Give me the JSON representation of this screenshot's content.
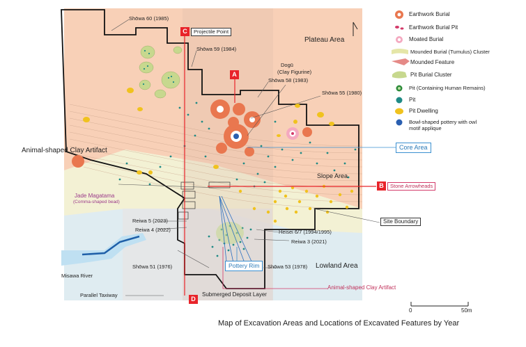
{
  "title": "Map of Excavation Areas and Locations of Excavated Features by Year",
  "colors": {
    "plateau": "#f7cbb0",
    "slope": "#f3f1d4",
    "lowland": "#d8ecf6",
    "earthwork": "#e9774f",
    "pit_teal": "#1f8a85",
    "pit_dwelling": "#f0c21e",
    "tumulus": "#c7d88e",
    "marker_red": "#e8242a",
    "core_blue": "#3a8fd0"
  },
  "legend": [
    {
      "key": "earthwork-burial",
      "label": "Earthwork Burial"
    },
    {
      "key": "earthwork-burial-pit",
      "label": "Earthwork Burial Pit"
    },
    {
      "key": "moated-burial",
      "label": "Moated Burial"
    },
    {
      "key": "mounded-burial-cluster",
      "label": "Mounded Burial (Tumulus) Cluster"
    },
    {
      "key": "mounded-feature",
      "label": "Mounded Feature"
    },
    {
      "key": "pit-burial-cluster",
      "label": "Pit Burial Cluster"
    },
    {
      "key": "pit-human-remains",
      "label": "Pit (Containing Human Remains)"
    },
    {
      "key": "pit",
      "label": "Pit"
    },
    {
      "key": "pit-dwelling",
      "label": "Pit Dwelling"
    },
    {
      "key": "bowl-pottery",
      "label": "Bowl-shaped pottery with owl motif applique"
    }
  ],
  "areas": {
    "plateau": "Plateau Area",
    "slope": "Slope Area",
    "lowland": "Lowland Area",
    "core": "Core Area"
  },
  "markers": {
    "a": "A",
    "b": "B",
    "c": "C",
    "d": "D"
  },
  "labels": {
    "showa60": "Shōwa 60 (1985)",
    "showa59": "Shōwa 59 (1984)",
    "showa58": "Shōwa 58 (1983)",
    "showa55": "Shōwa 55 (1980)",
    "showa51": "Shōwa 51 (1976)",
    "showa53": "Shōwa 53 (1978)",
    "reiwa5": "Reiwa 5 (2023)",
    "reiwa4": "Reiwa 4 (2022)",
    "reiwa3": "Reiwa 3 (2021)",
    "heisei": "Heisei 6/7 (1994/1995)",
    "projectile": "Projectile Point",
    "dogu": "Dogū",
    "dogu_sub": "(Clay Figurine)",
    "animal_left": "Animal-shaped Clay Artifact",
    "animal_bottom": "Animal-shaped Clay Artifact",
    "jade": "Jade Magatama",
    "jade_sub": "(Comma-shaped bead)",
    "stone": "Stone Arrowheads",
    "site_boundary": "Site Boundary",
    "pottery_rim": "Pottery Rim",
    "submerged": "Submerged Deposit Layer",
    "misawa": "Misawa River",
    "taxiway": "Parallel Taxiway"
  },
  "scale": {
    "zero": "0",
    "max": "50m"
  }
}
